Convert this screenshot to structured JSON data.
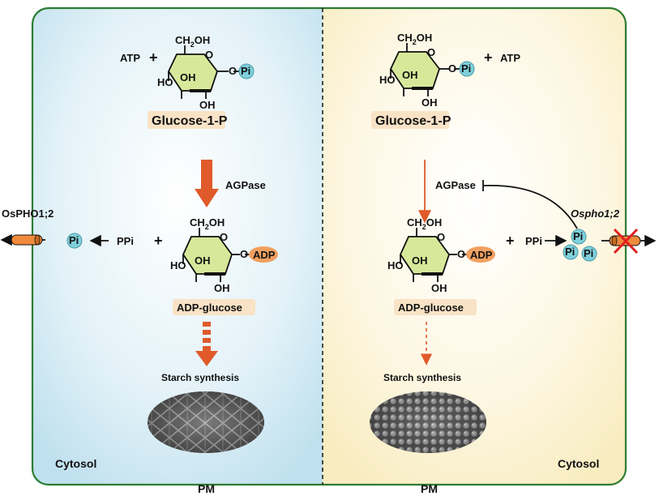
{
  "left_panel": {
    "atp": "ATP",
    "plus": "+",
    "ch2oh": "CH",
    "ch2oh_sub": "2",
    "ch2oh_end": "OH",
    "ho": "HO",
    "oh": "OH",
    "ring_o": "O",
    "pi": "Pi",
    "glucose_label": "Glucose-1-P",
    "enzyme": "AGPase",
    "ppi": "PPi",
    "pi_out": "Pi",
    "transporter": "OsPHO1;2",
    "adp": "ADP",
    "adp_glucose_label": "ADP-glucose",
    "starch": "Starch synthesis",
    "cytosol": "Cytosol",
    "pm": "PM"
  },
  "right_panel": {
    "atp": "ATP",
    "plus": "+",
    "glucose_label": "Glucose-1-P",
    "enzyme": "AGPase",
    "ppi": "PPi",
    "pi_cluster": [
      "Pi",
      "Pi",
      "Pi"
    ],
    "transporter_mutant": "Ospho1;2",
    "adp": "ADP",
    "adp_glucose_label": "ADP-glucose",
    "starch": "Starch synthesis",
    "cytosol": "Cytosol",
    "pm": "PM"
  },
  "colors": {
    "border": "#2e7d32",
    "left_bg": "#d6ecf5",
    "right_bg": "#fdf6dc",
    "ring_fill": "#d8e89a",
    "pi_fill": "#7fd0dc",
    "adp_fill": "#f0a060",
    "label_bg": "#f9e3c6",
    "arrow": "#e05a2b"
  }
}
